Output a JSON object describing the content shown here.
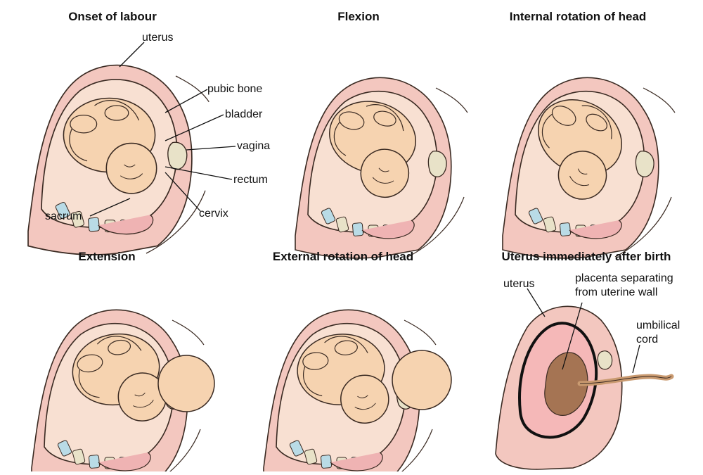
{
  "panels": [
    {
      "title": "Onset of labour"
    },
    {
      "title": "Flexion"
    },
    {
      "title": "Internal rotation of head"
    },
    {
      "title": "Extension"
    },
    {
      "title": "External rotation of head"
    },
    {
      "title": "Uterus immediately after birth"
    }
  ],
  "labels": {
    "uterus": "uterus",
    "pubic_bone": "pubic bone",
    "bladder": "bladder",
    "vagina": "vagina",
    "rectum": "rectum",
    "cervix": "cervix",
    "sacrum": "sacrum",
    "uterus_after": "uterus",
    "placenta_line1": "placenta separating",
    "placenta_line2": "from uterine wall",
    "cord_line1": "umbilical",
    "cord_line2": "cord"
  },
  "colors": {
    "skin": "#f6d3b0",
    "skin_shadow": "#e9b98e",
    "tissue": "#f3c7bf",
    "uterus_wall": "#f2c9c0",
    "uterus_inner": "#f5b8b8",
    "outline": "#3a2a22",
    "bone": "#e8e2c8",
    "bone_blue": "#b9dbe6",
    "placenta": "#a57453"
  }
}
